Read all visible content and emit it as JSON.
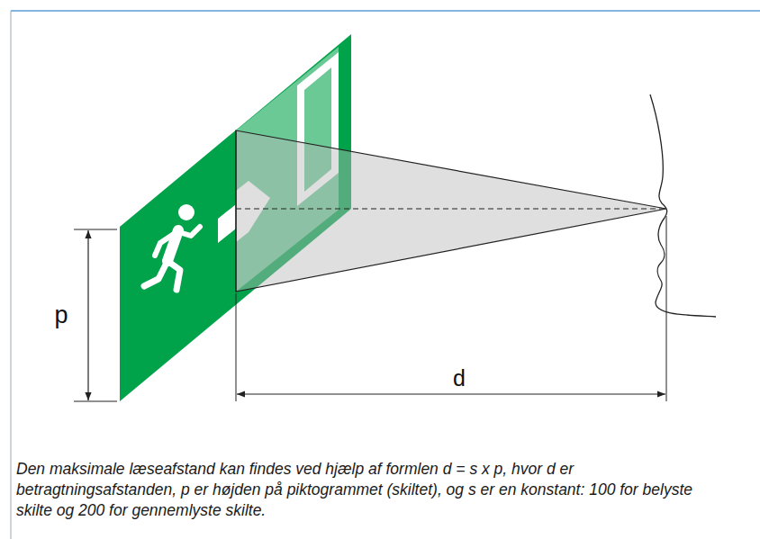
{
  "diagram": {
    "caption": "Den maksimale læseafstand kan findes ved hjælp af formlen d = s x p, hvor d er betragtningsafstanden, p er højden på piktogrammet (skiltet), og s er en konstant: 100 for belyste skilte og 200 for gennemlyste skilte.",
    "labels": [
      "p",
      "d"
    ]
  }
}
